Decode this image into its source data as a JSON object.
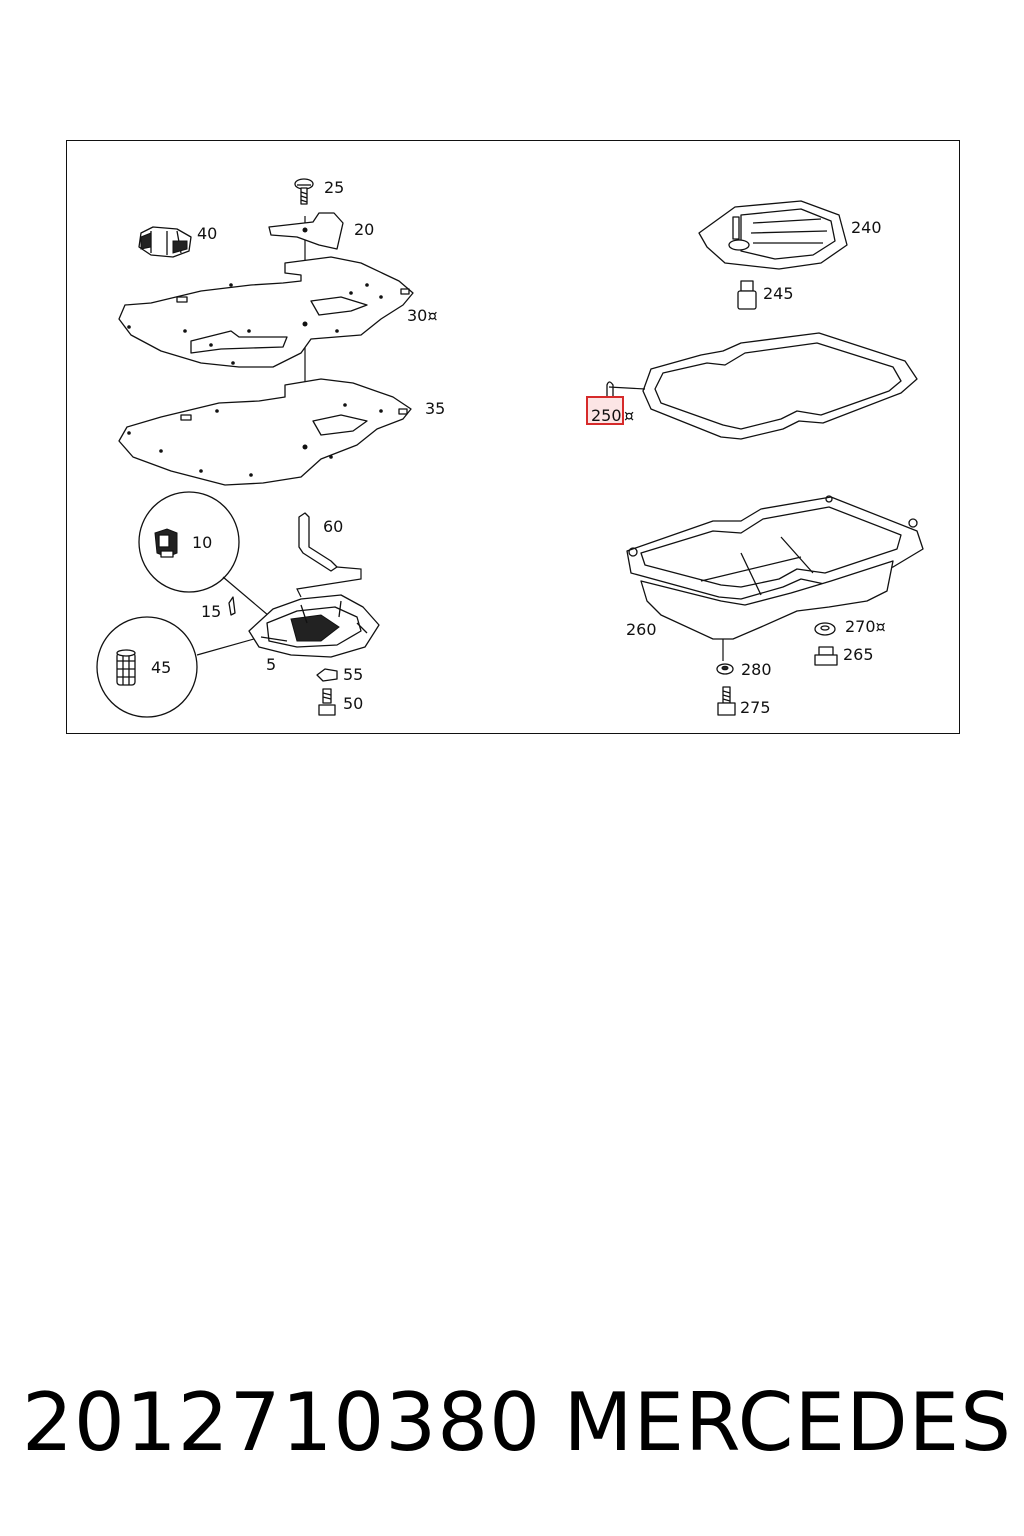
{
  "diagram": {
    "labels": {
      "p25": "25",
      "p20": "20",
      "p40": "40",
      "p30": "30¤",
      "p35": "35",
      "p240": "240",
      "p245": "245",
      "p250": "250",
      "p250_mark": "¤",
      "p10": "10",
      "p60": "60",
      "p15": "15",
      "p45": "45",
      "p5": "5",
      "p55": "55",
      "p50": "50",
      "p260": "260",
      "p270": "270¤",
      "p265": "265",
      "p280": "280",
      "p275": "275"
    },
    "highlighted_part": "250",
    "highlight_color": "#d62a2a"
  },
  "footer": {
    "part_number": "2012710380",
    "brand": "MERCEDES"
  }
}
